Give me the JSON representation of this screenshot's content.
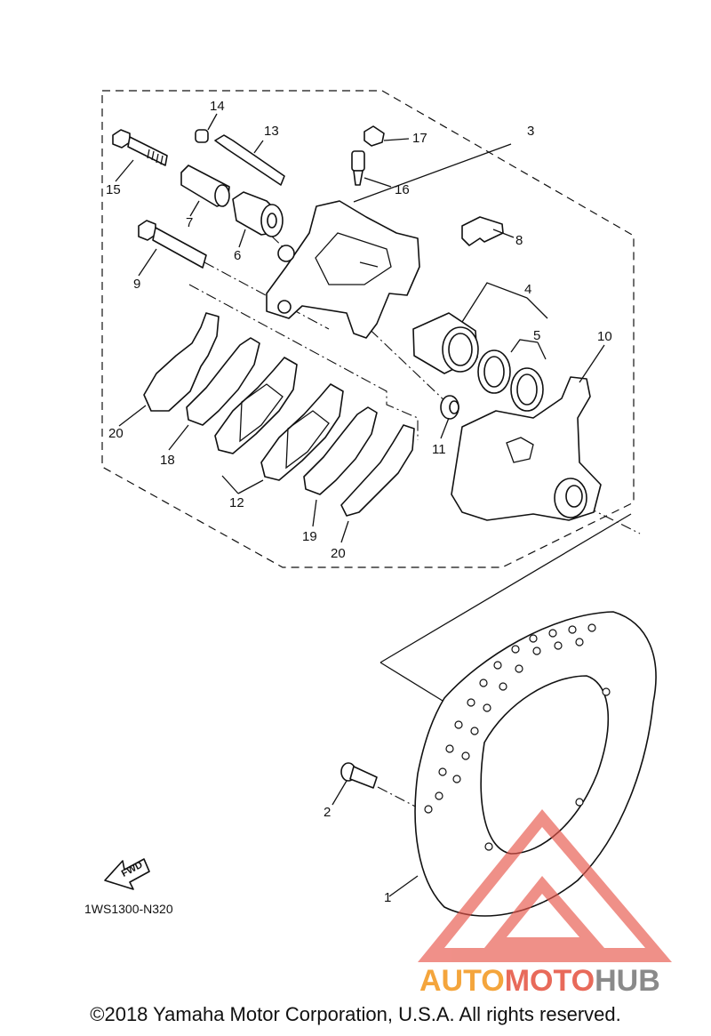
{
  "parts": [
    {
      "id": "1",
      "label": "1"
    },
    {
      "id": "2",
      "label": "2"
    },
    {
      "id": "3",
      "label": "3"
    },
    {
      "id": "4",
      "label": "4"
    },
    {
      "id": "5",
      "label": "5"
    },
    {
      "id": "6",
      "label": "6"
    },
    {
      "id": "7",
      "label": "7"
    },
    {
      "id": "8",
      "label": "8"
    },
    {
      "id": "9",
      "label": "9"
    },
    {
      "id": "10",
      "label": "10"
    },
    {
      "id": "11",
      "label": "11"
    },
    {
      "id": "12",
      "label": "12"
    },
    {
      "id": "13",
      "label": "13"
    },
    {
      "id": "14",
      "label": "14"
    },
    {
      "id": "15",
      "label": "15"
    },
    {
      "id": "16",
      "label": "16"
    },
    {
      "id": "17",
      "label": "17"
    },
    {
      "id": "18",
      "label": "18"
    },
    {
      "id": "19",
      "label": "19"
    },
    {
      "id": "20a",
      "label": "20"
    },
    {
      "id": "20b",
      "label": "20"
    }
  ],
  "diagram_code": "1WS1300-N320",
  "fwd_label": "FWD",
  "watermark": {
    "part1": "AUTO",
    "part2": "MOTO",
    "part3": "HUB",
    "color1": "#f4a53c",
    "color2": "#e86a5a",
    "color3": "#8a8a8a",
    "triangle_color": "#e8554a"
  },
  "copyright": "©2018 Yamaha Motor Corporation, U.S.A. All rights reserved."
}
